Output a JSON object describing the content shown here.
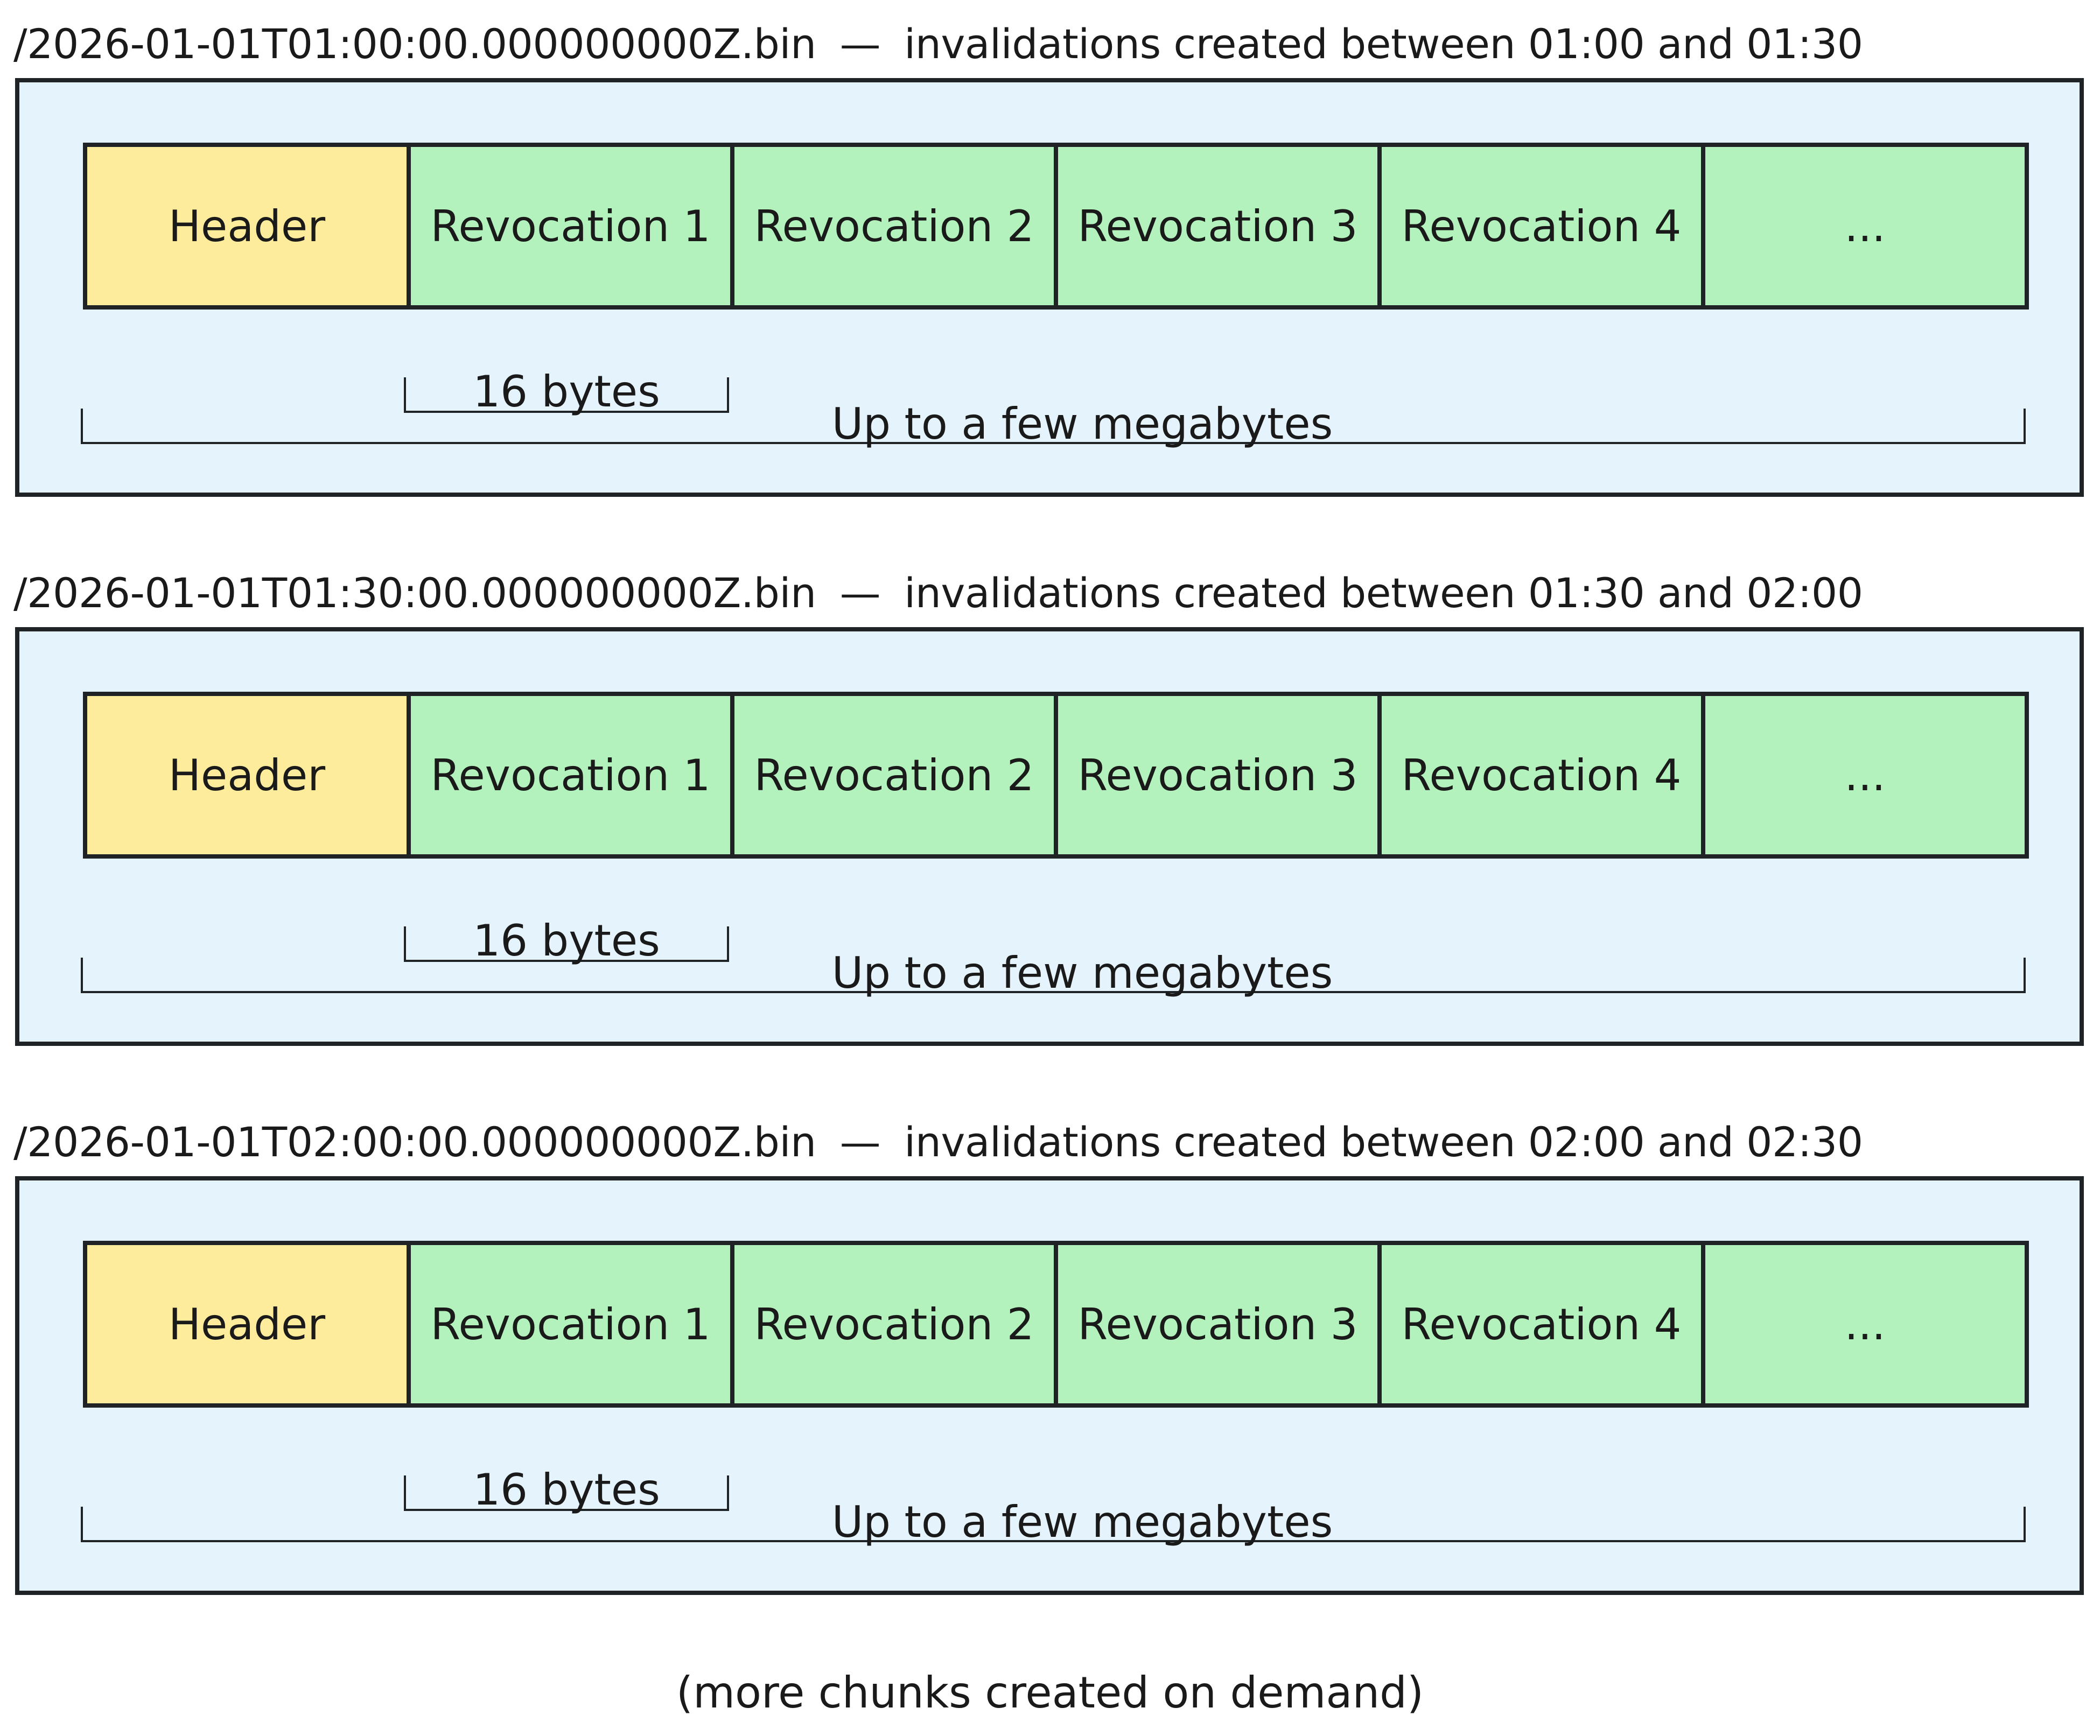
{
  "chunks": [
    {
      "filename": "/2026-01-01T01:00:00.000000000Z.bin",
      "separator": "—",
      "description": "invalidations created between 01:00 and 01:30",
      "cells": [
        "Header",
        "Revocation 1",
        "Revocation 2",
        "Revocation 3",
        "Revocation 4",
        "..."
      ],
      "revocation_size_label": "16 bytes",
      "chunk_size_label": "Up to a few megabytes"
    },
    {
      "filename": "/2026-01-01T01:30:00.000000000Z.bin",
      "separator": "—",
      "description": "invalidations created between 01:30 and 02:00",
      "cells": [
        "Header",
        "Revocation 1",
        "Revocation 2",
        "Revocation 3",
        "Revocation 4",
        "..."
      ],
      "revocation_size_label": "16 bytes",
      "chunk_size_label": "Up to a few megabytes"
    },
    {
      "filename": "/2026-01-01T02:00:00.000000000Z.bin",
      "separator": "—",
      "description": "invalidations created between 02:00 and 02:30",
      "cells": [
        "Header",
        "Revocation 1",
        "Revocation 2",
        "Revocation 3",
        "Revocation 4",
        "..."
      ],
      "revocation_size_label": "16 bytes",
      "chunk_size_label": "Up to a few megabytes"
    }
  ],
  "footer": {
    "note": "(more chunks created on demand)"
  },
  "colors": {
    "box_background": "#e5f3fc",
    "header_cell": "#fdec9b",
    "revocation_cell": "#b3f2bd",
    "border": "#1f2326"
  }
}
